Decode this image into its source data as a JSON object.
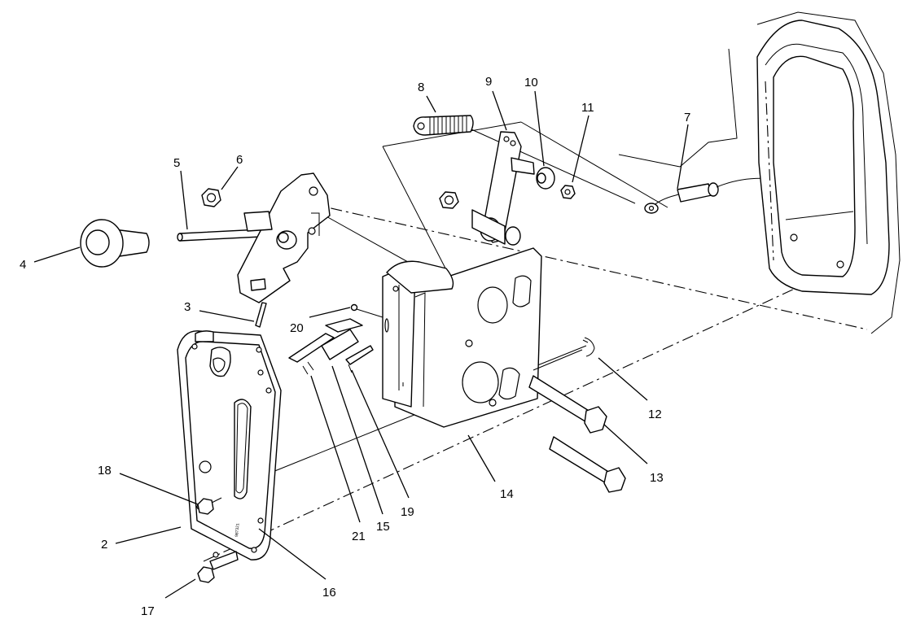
{
  "diagram": {
    "callouts": [
      {
        "id": "2",
        "text": "2"
      },
      {
        "id": "3",
        "text": "3"
      },
      {
        "id": "4",
        "text": "4"
      },
      {
        "id": "5",
        "text": "5"
      },
      {
        "id": "6",
        "text": "6"
      },
      {
        "id": "7",
        "text": "7"
      },
      {
        "id": "8",
        "text": "8"
      },
      {
        "id": "9",
        "text": "9"
      },
      {
        "id": "10",
        "text": "10"
      },
      {
        "id": "11",
        "text": "11"
      },
      {
        "id": "12",
        "text": "12"
      },
      {
        "id": "13",
        "text": "13"
      },
      {
        "id": "14",
        "text": "14"
      },
      {
        "id": "15",
        "text": "15"
      },
      {
        "id": "16",
        "text": "16"
      },
      {
        "id": "17",
        "text": "17"
      },
      {
        "id": "18",
        "text": "18"
      },
      {
        "id": "19",
        "text": "19"
      },
      {
        "id": "20",
        "text": "20"
      },
      {
        "id": "21",
        "text": "21"
      }
    ],
    "plate_stamp": "987321"
  }
}
